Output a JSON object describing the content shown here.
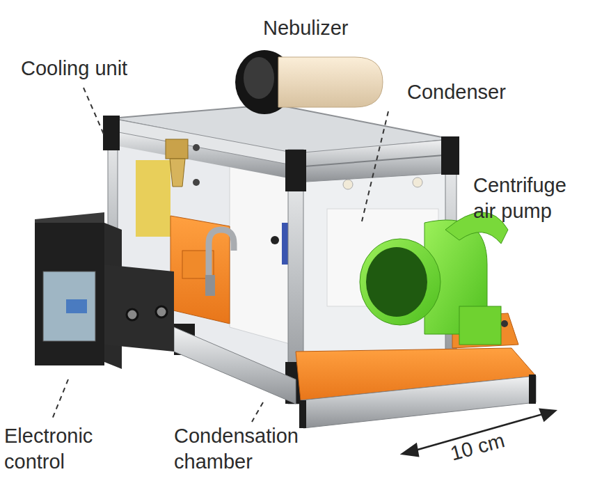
{
  "diagram": {
    "labels": [
      "Nebulizer",
      "Cooling unit",
      "Condenser",
      "Centrifuge air pump",
      "Electronic control",
      "Condensation chamber",
      "10 cm"
    ]
  }
}
